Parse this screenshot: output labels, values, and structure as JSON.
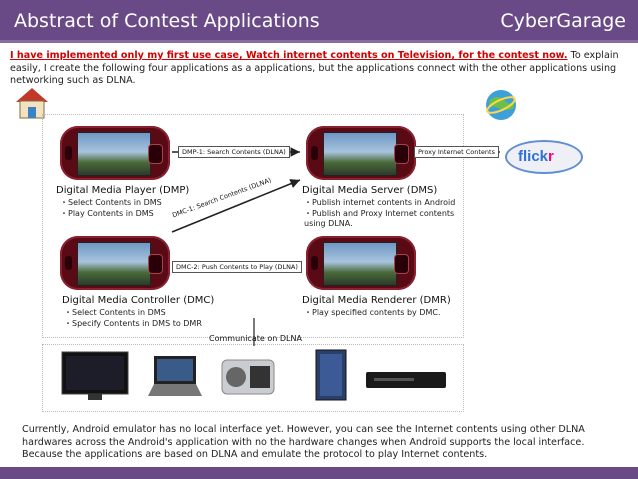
{
  "header": {
    "title": "Abstract of Contest Applications",
    "brand": "CyberGarage"
  },
  "intro": {
    "highlight": "I have implemented only my first use case, Watch internet contents on Television, for the contest now.",
    "text": " To explain easily, I create the following four applications as a applications, but the applications connect with the other applications using networking such as DLNA."
  },
  "nodes": {
    "dmp": {
      "title": "Digital Media Player (DMP)",
      "items": [
        "Select Contents in DMS",
        "Play Contents in DMS"
      ]
    },
    "dms": {
      "title": "Digital Media Server (DMS)",
      "items": [
        "Publish internet contents in Android",
        "Publish and Proxy Internet contents using DLNA."
      ]
    },
    "dmc": {
      "title": "Digital Media Controller (DMC)",
      "items": [
        "Select Contents in DMS",
        "Specify Contents in DMS to DMR"
      ]
    },
    "dmr": {
      "title": "Digital Media Renderer (DMR)",
      "items": [
        "Play specified contents by DMC."
      ]
    }
  },
  "arrows": {
    "dmp_search": "DMP-1: Search Contents (DLNA)",
    "dmc_search": "DMC-1: Search Contents (DLNA)",
    "dmc_push": "DMC-2: Push Contents to Play (DLNA)",
    "proxy": "Proxy Internet Contents",
    "communicate": "Communicate on DLNA"
  },
  "flickr": {
    "logo_a": "flick",
    "logo_b": "r"
  },
  "footer": "Currently, Android emulator has no local interface yet. However, you can see the Internet contents using other DLNA hardwares across the Android's application with no the hardware changes when Android supports the local interface. Because the applications are based on DLNA and emulate the protocol to play Internet contents.",
  "colors": {
    "header": "#6a4a86",
    "highlight": "#d10000",
    "phone": "#5a0a14"
  }
}
